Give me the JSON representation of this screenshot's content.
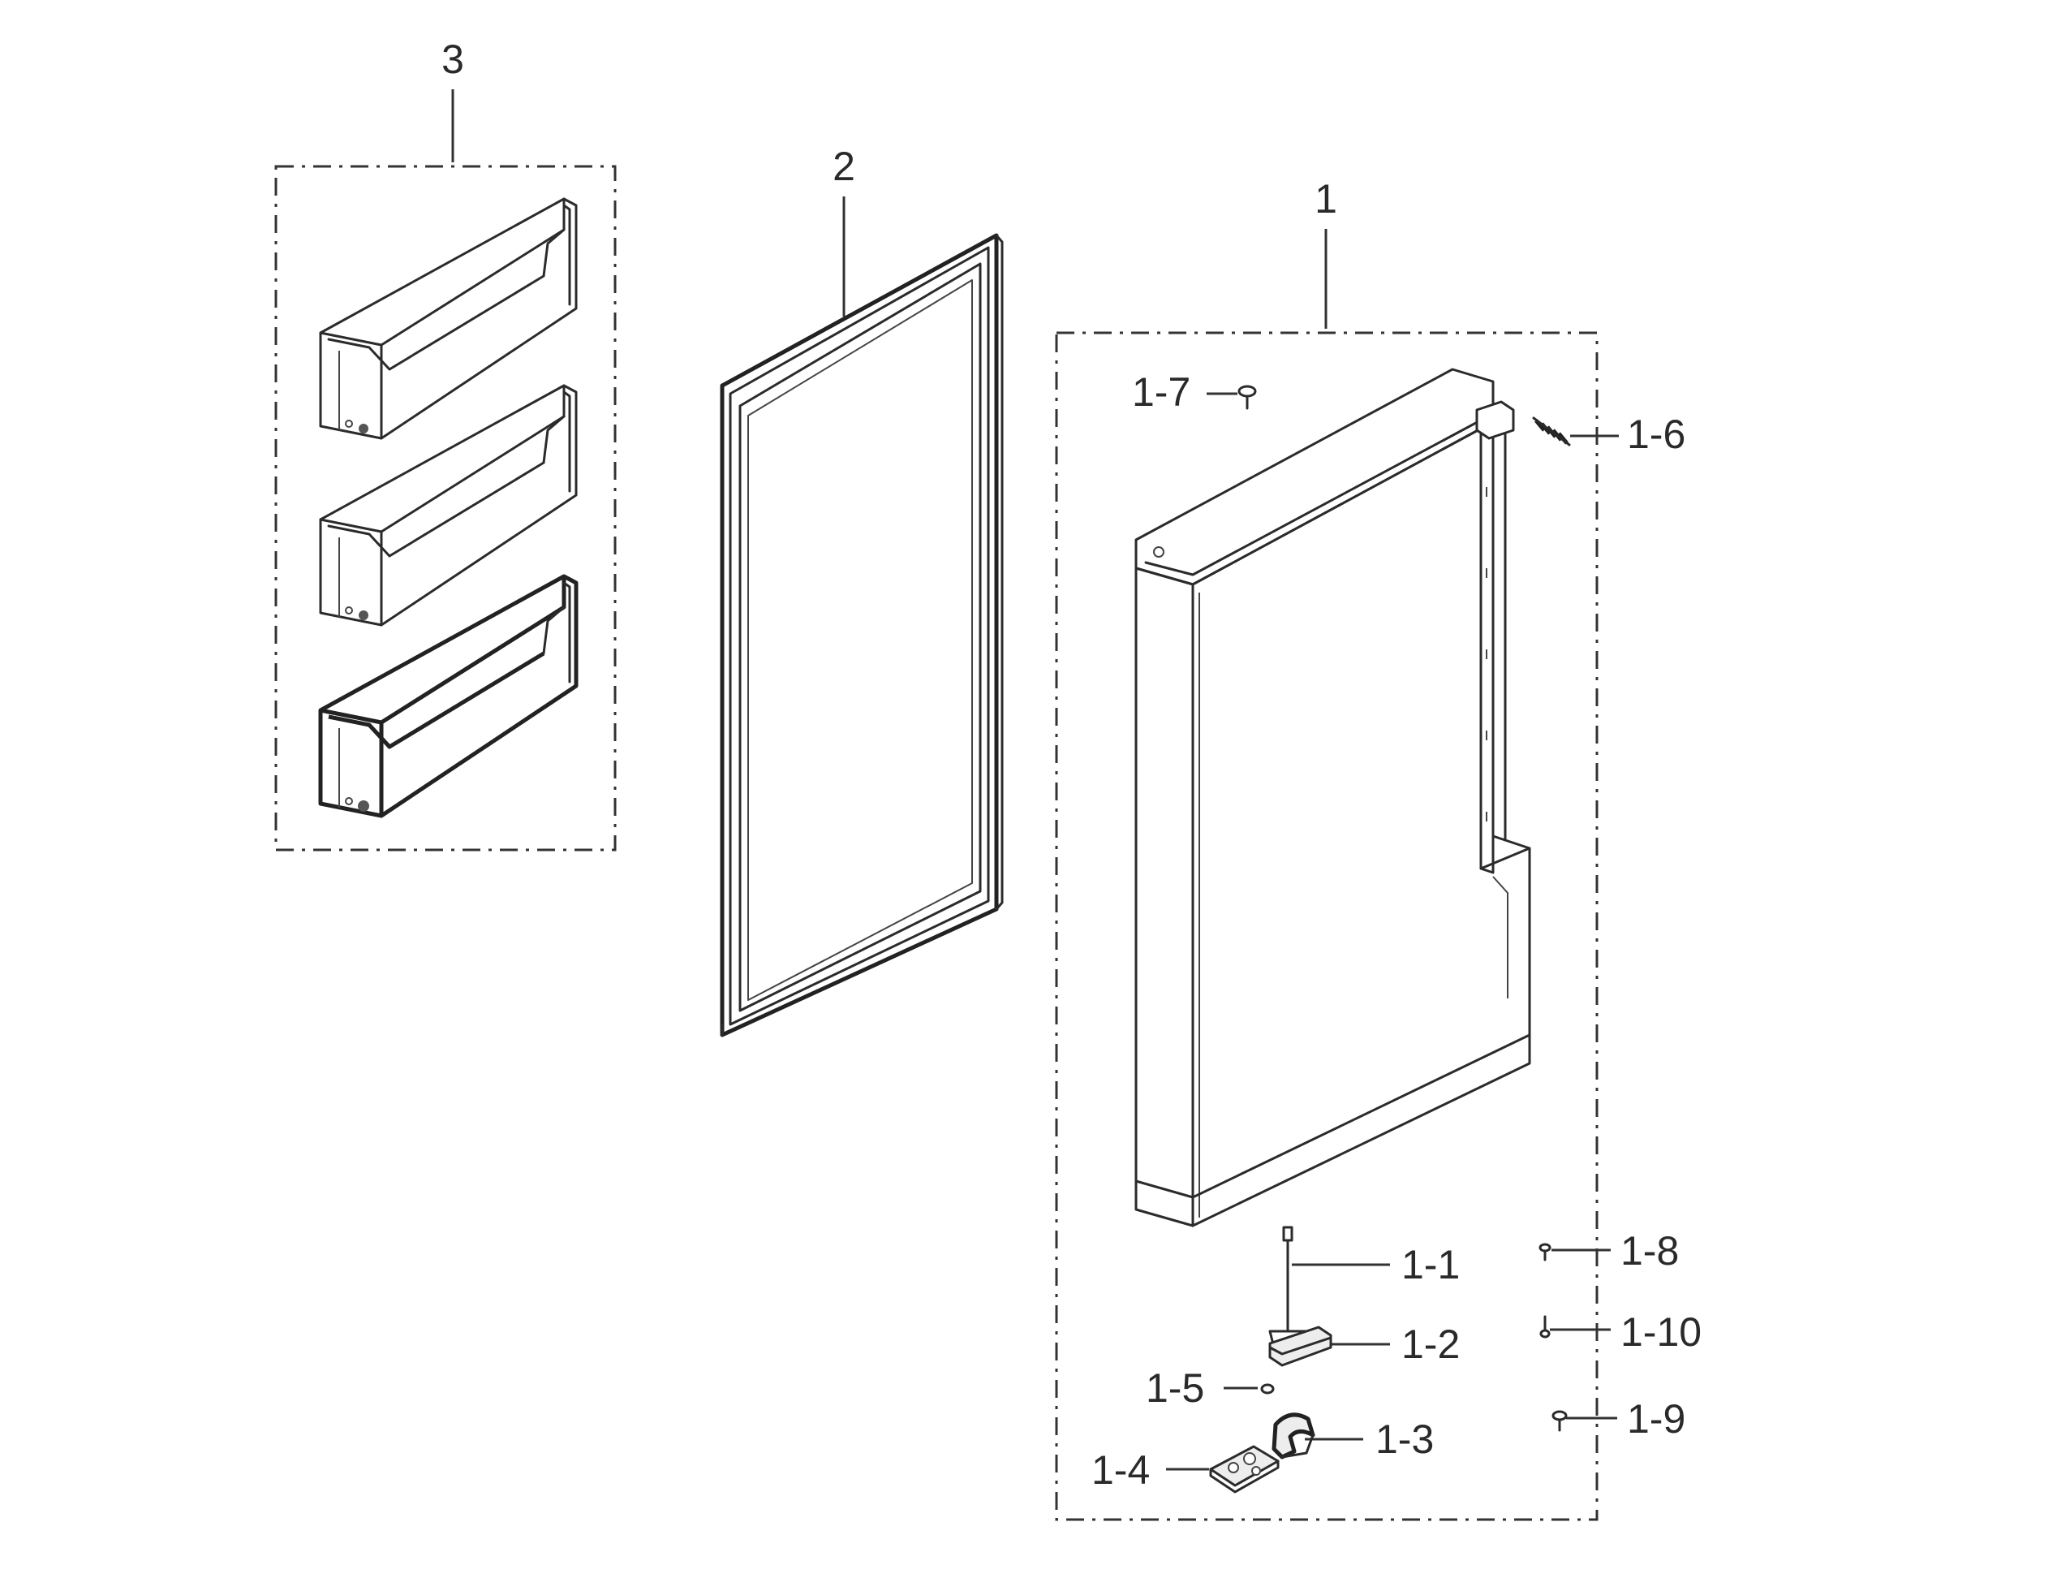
{
  "callouts": {
    "door_assembly": "1",
    "gasket": "2",
    "guard_set": "3",
    "p1_1": "1-1",
    "p1_2": "1-2",
    "p1_3": "1-3",
    "p1_4": "1-4",
    "p1_5": "1-5",
    "p1_6": "1-6",
    "p1_7": "1-7",
    "p1_8": "1-8",
    "p1_9": "1-9",
    "p1_10": "1-10"
  },
  "icons": [
    "door-bin-icon",
    "door-gasket-icon",
    "refrigerator-door-icon",
    "hinge-spring-icon",
    "screw-icon",
    "door-switch-icon",
    "hinge-cap-icon",
    "hinge-bracket-icon",
    "washer-icon",
    "pin-icon"
  ],
  "colors": {
    "line": "#2b2b2b",
    "background": "#ffffff"
  }
}
